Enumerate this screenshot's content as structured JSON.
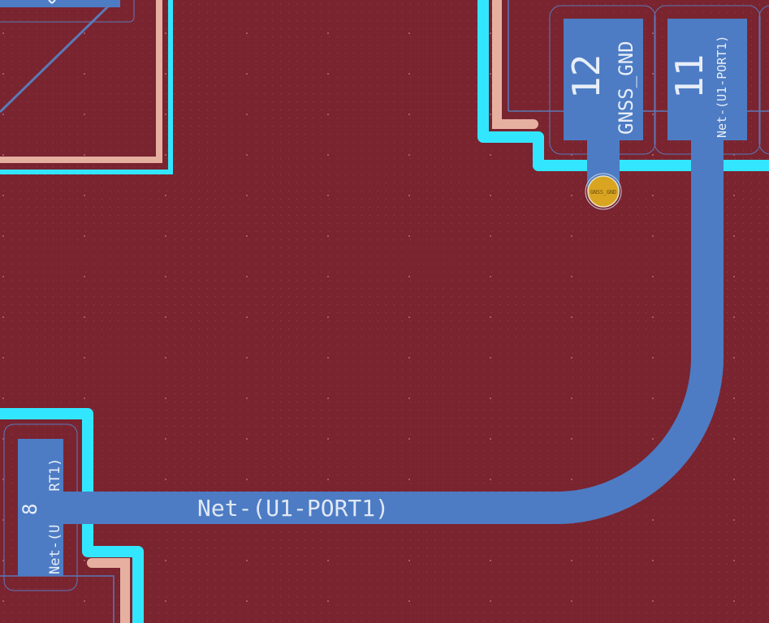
{
  "pads": [
    {
      "number": "12",
      "net": "GNSS_GND"
    },
    {
      "number": "11",
      "net": "Net-(U1-PORT1)"
    },
    {
      "number": "8",
      "net": "Net-(U1-PORT1)"
    }
  ],
  "trace": {
    "net_label": "Net-(U1-PORT1)"
  },
  "via": {
    "net_label": "GNSS_GND"
  },
  "colors": {
    "board": "#7a2430",
    "copper_pad": "#4d7cc4",
    "courtyard": "#33e6ff",
    "silkscreen": "#e6b0a0",
    "fab_outline": "#5a7ab8",
    "via": "#d9a520",
    "grid_dot": "#a06070"
  }
}
